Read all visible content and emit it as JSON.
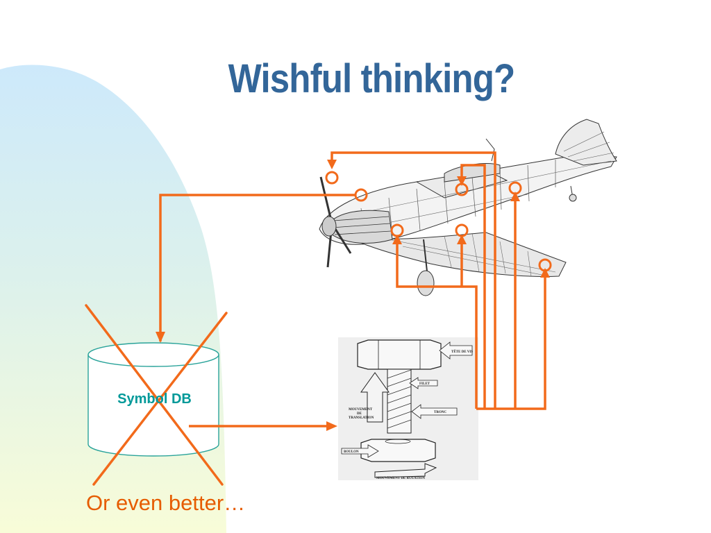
{
  "slide": {
    "title": "Wishful thinking?",
    "database_label": "Symbol DB",
    "caption": "Or even better…"
  },
  "screw_drawing": {
    "head_label": "TÊTE DE VIS",
    "thread_label": "FILET",
    "shank_label": "TRONC",
    "translation_label_line1": "MOUVEMENT",
    "translation_label_line2": "DE",
    "translation_label_line3": "TRANSLATION",
    "nut_label": "BOULON",
    "rotation_label": "MOUVEMENT DE ROTATION"
  },
  "colors": {
    "title": "#336699",
    "connector": "#f26a1b",
    "cross": "#f26a1b",
    "database_outline": "#2aa39a",
    "database_label": "#009999",
    "caption": "#e65c00"
  },
  "icons": [
    "database-cylinder-icon",
    "cross-out-icon",
    "airplane-cutaway-drawing",
    "screw-bolt-drawing",
    "circle-marker-icon"
  ]
}
